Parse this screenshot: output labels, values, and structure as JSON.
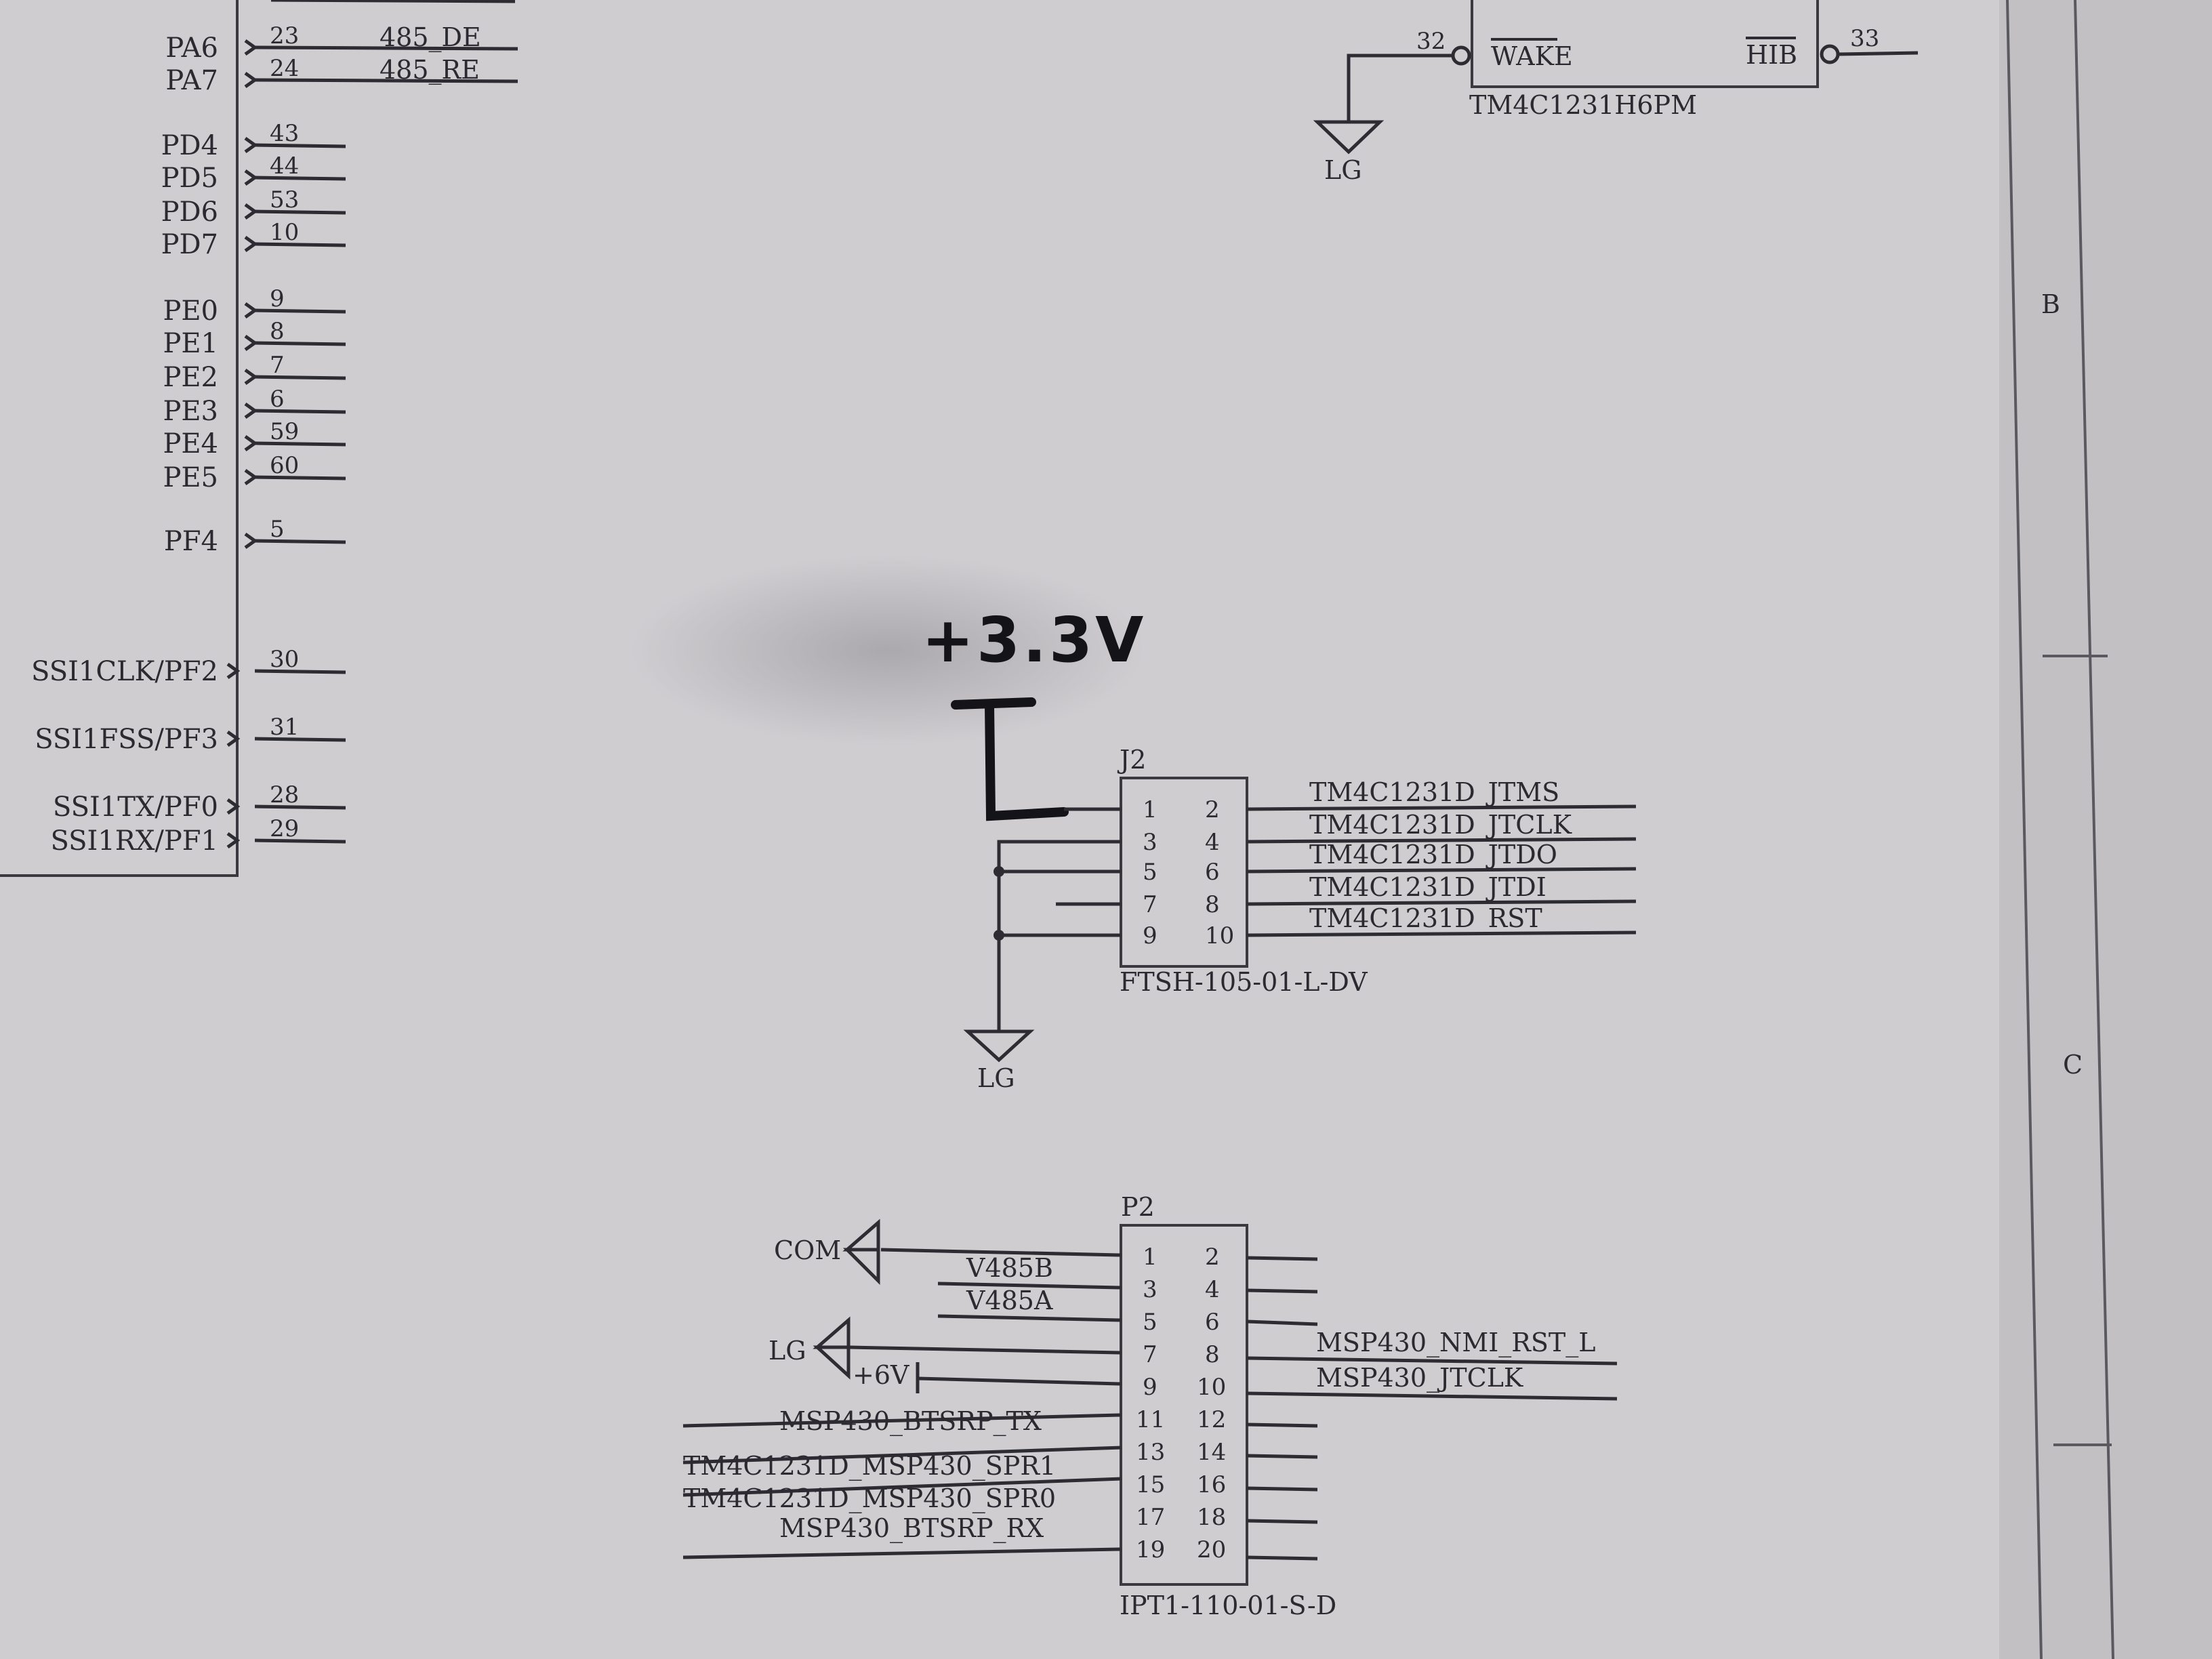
{
  "mcu": {
    "left_pins": [
      {
        "name": "PA6",
        "num": "23",
        "net": "485_DE"
      },
      {
        "name": "PA7",
        "num": "24",
        "net": "485_RE"
      },
      {
        "name": "PD4",
        "num": "43"
      },
      {
        "name": "PD5",
        "num": "44"
      },
      {
        "name": "PD6",
        "num": "53"
      },
      {
        "name": "PD7",
        "num": "10"
      },
      {
        "name": "PE0",
        "num": "9"
      },
      {
        "name": "PE1",
        "num": "8"
      },
      {
        "name": "PE2",
        "num": "7"
      },
      {
        "name": "PE3",
        "num": "6"
      },
      {
        "name": "PE4",
        "num": "59"
      },
      {
        "name": "PE5",
        "num": "60"
      },
      {
        "name": "PF4",
        "num": "5"
      },
      {
        "name": "SSI1CLK/PF2",
        "num": "30"
      },
      {
        "name": "SSI1FSS/PF3",
        "num": "31"
      },
      {
        "name": "SSI1TX/PF0",
        "num": "28"
      },
      {
        "name": "SSI1RX/PF1",
        "num": "29"
      }
    ],
    "top_chip": {
      "part": "TM4C1231H6PM",
      "wake_label": "WAKE",
      "wake_pin": "32",
      "hib_label": "HIB",
      "hib_pin": "33",
      "ground": "LG"
    }
  },
  "frame": {
    "zone_b": "B",
    "zone_c": "C"
  },
  "handwritten": {
    "label": "+3.3V"
  },
  "j2": {
    "ref": "J2",
    "part": "FTSH-105-01-L-DV",
    "pins": [
      [
        "1",
        "2"
      ],
      [
        "3",
        "4"
      ],
      [
        "5",
        "6"
      ],
      [
        "7",
        "8"
      ],
      [
        "9",
        "10"
      ]
    ],
    "nets": [
      "TM4C1231D_JTMS",
      "TM4C1231D_JTCLK",
      "TM4C1231D_JTDO",
      "TM4C1231D_JTDI",
      "TM4C1231D_RST"
    ],
    "ground": "LG"
  },
  "p2": {
    "ref": "P2",
    "part": "IPT1-110-01-S-D",
    "pins": [
      [
        "1",
        "2"
      ],
      [
        "3",
        "4"
      ],
      [
        "5",
        "6"
      ],
      [
        "7",
        "8"
      ],
      [
        "9",
        "10"
      ],
      [
        "11",
        "12"
      ],
      [
        "13",
        "14"
      ],
      [
        "15",
        "16"
      ],
      [
        "17",
        "18"
      ],
      [
        "19",
        "20"
      ]
    ],
    "com": "COM",
    "lg": "LG",
    "left_nets": [
      "V485B",
      "V485A",
      "+6V",
      "MSP430_BTSRP_TX",
      "TM4C1231D_MSP430_SPR1",
      "TM4C1231D_MSP430_SPR0",
      "MSP430_BTSRP_RX"
    ],
    "right_nets": [
      "MSP430_NMI_RST_L",
      "MSP430_JTCLK"
    ]
  },
  "colors": {
    "paper": "#cfcdd0",
    "ink": "#2d2c33",
    "marker": "#141318"
  }
}
